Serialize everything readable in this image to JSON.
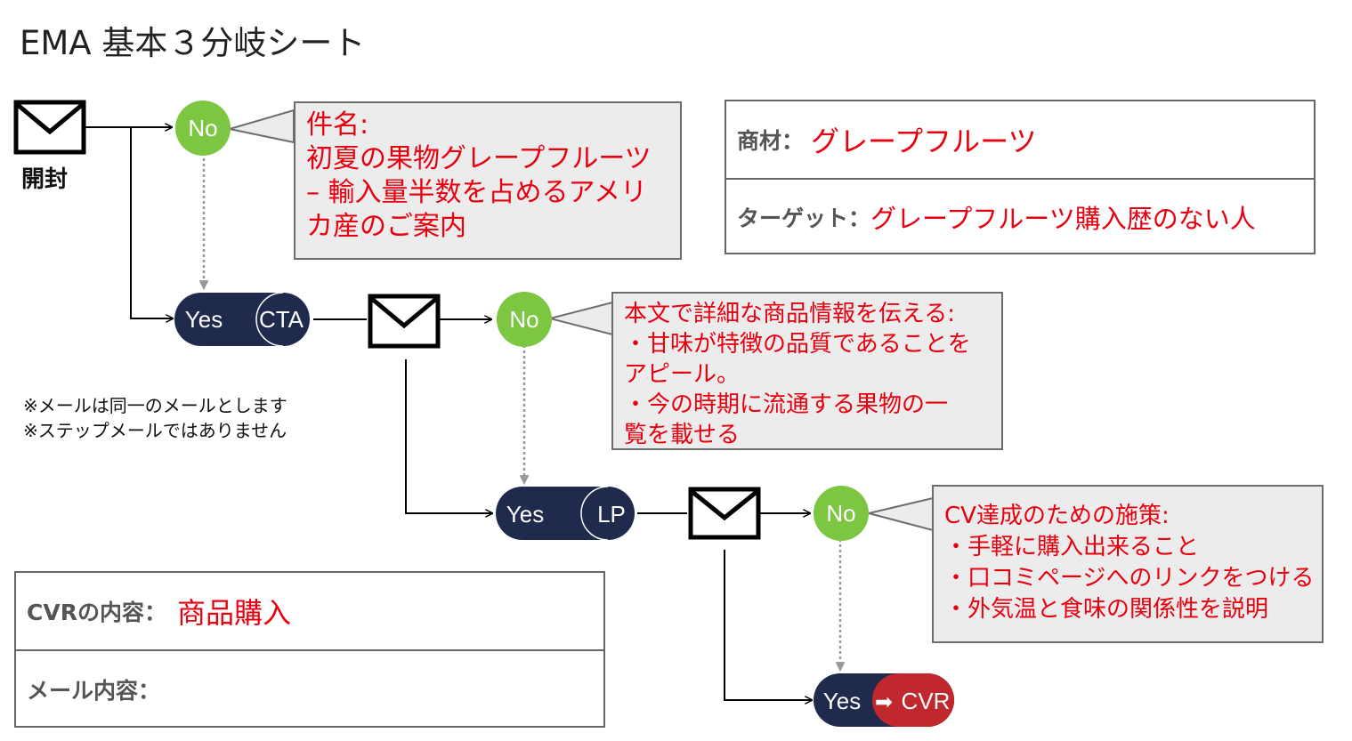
{
  "title": "EMA 基本３分岐シート",
  "open_label": "開封",
  "nodes": {
    "no1": "No",
    "no2": "No",
    "no3": "No",
    "yes1": "Yes",
    "cta": "CTA",
    "yes2": "Yes",
    "lp": "LP",
    "yes3": "Yes",
    "arrow": "➡",
    "cvr": "CVR"
  },
  "callout1": [
    "件名:",
    "初夏の果物グレープフルーツ",
    "– 輸入量半数を占めるアメリ",
    "カ産のご案内"
  ],
  "callout2": [
    "本文で詳細な商品情報を伝える:",
    "・甘味が特徴の品質であることを",
    "アピール。",
    "・今の時期に流通する果物の一",
    "覧を載せる"
  ],
  "callout3": [
    "CV達成のための施策:",
    "・手軽に購入出来ること",
    "・口コミページへのリンクをつける",
    "・外気温と食味の関係性を説明"
  ],
  "product_box": {
    "label1": "商材：",
    "value1": "グレープフルーツ",
    "label2": "ターゲット：",
    "value2": "グレープフルーツ購入歴のない人"
  },
  "cvr_box": {
    "label1": "CVRの内容：",
    "value1": "商品購入",
    "label2": "メール内容：",
    "value2": ""
  },
  "note": [
    "※メールは同一のメールとします",
    "※ステップメールではありません"
  ],
  "colors": {
    "green": "#7dc642",
    "navy": "#1f2a4d",
    "red": "#c0282e",
    "callout_text": "#e8000f",
    "callout_bg": "#ececec"
  }
}
